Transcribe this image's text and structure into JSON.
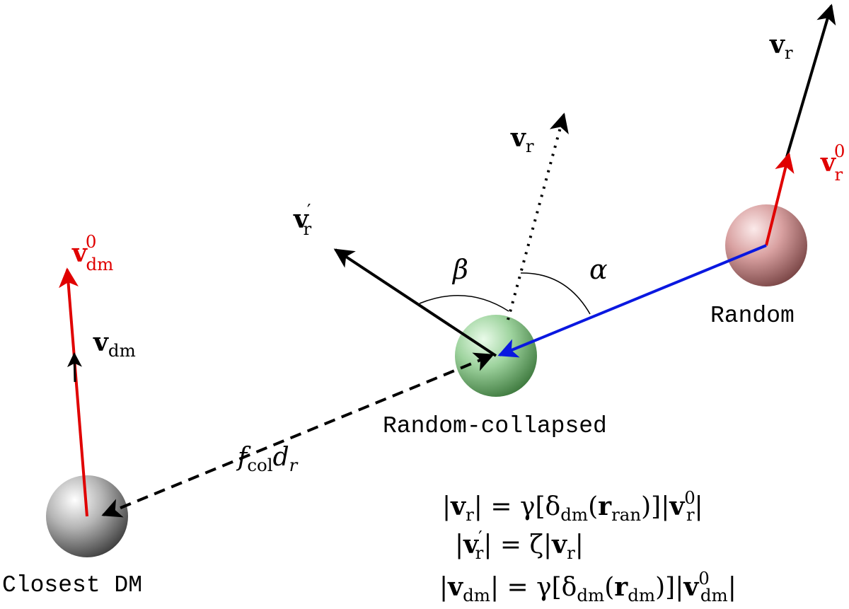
{
  "nodes": {
    "random": {
      "label": "Random",
      "color": "#c98a8a"
    },
    "collapsed": {
      "label": "Random-collapsed",
      "color": "#7cc07c"
    },
    "dm": {
      "label": "Closest DM",
      "color": "#8c8c8c"
    }
  },
  "vectors": {
    "v": "v",
    "r_sub": "r",
    "dm_sub": "dm",
    "zero": "0",
    "prime": "′"
  },
  "angles": {
    "alpha": "α",
    "beta": "β"
  },
  "distance": {
    "f": "f",
    "col": "col",
    "d": "d",
    "r": "r"
  },
  "equations": {
    "eq1": {
      "open": "|",
      "v": "v",
      "r": "r",
      "close_eq": "| = γ[δ",
      "dm": "dm",
      "paren_open": "(",
      "rvec": "r",
      "ran": "ran",
      "paren_close": ")]|",
      "v2": "v",
      "r2": "r",
      "zero": "0",
      "end": "|"
    },
    "eq2": {
      "open": "|",
      "v": "v",
      "prime": "′",
      "r": "r",
      "mid": "| = ζ|",
      "v2": "v",
      "r2": "r",
      "end": "|"
    },
    "eq3": {
      "open": "|",
      "v": "v",
      "dm": "dm",
      "close_eq": "| = γ[δ",
      "dm2": "dm",
      "paren_open": "(",
      "rvec": "r",
      "dm3": "dm",
      "paren_close": ")]|",
      "v2": "v",
      "dm4": "dm",
      "zero": "0",
      "end": "|"
    }
  },
  "colors": {
    "red": "#e00000",
    "blue": "#0a18e0",
    "black": "#000000"
  }
}
